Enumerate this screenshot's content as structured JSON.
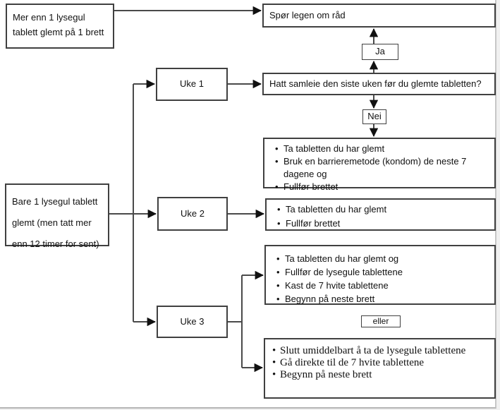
{
  "flowchart": {
    "language": "no",
    "nodes": {
      "condition_many": {
        "text": "Mer enn 1 lysegul tablett glemt på 1 brett"
      },
      "ask_doctor": {
        "text": "Spør legen om råd"
      },
      "ja": {
        "text": "Ja"
      },
      "uke1": {
        "text": "Uke 1"
      },
      "question": {
        "text": "Hatt samleie den siste uken før du glemte tabletten?"
      },
      "nei": {
        "text": "Nei"
      },
      "week1_result": {
        "bullet": "•",
        "items": [
          "Ta tabletten du har glemt",
          "Bruk en barrieremetode (kondom) de neste 7 dagene og",
          "Fullfør brettet"
        ]
      },
      "condition_one": {
        "text": "Bare 1 lysegul tablett glemt (men tatt mer enn 12 timer for sent)"
      },
      "uke2": {
        "text": "Uke 2"
      },
      "week2_result": {
        "bullet": "•",
        "items": [
          "Ta tabletten du har glemt",
          "Fullfør brettet"
        ]
      },
      "uke3": {
        "text": "Uke 3"
      },
      "week3_option1": {
        "bullet": "•",
        "items": [
          "Ta tabletten du har glemt og",
          "Fullfør de lysegule tablettene",
          "Kast de 7 hvite tablettene",
          "Begynn på neste brett"
        ]
      },
      "eller": {
        "text": "eller"
      },
      "week3_option2": {
        "bullet": "•",
        "items": [
          "Slutt umiddelbart å ta de lysegule tablettene",
          "Gå direkte til de 7 hvite tablettene",
          "Begynn på neste brett"
        ]
      }
    },
    "colors": {
      "box_border": "#404040",
      "line": "#4a4a4a",
      "arrowhead": "#111111",
      "background": "#ffffff",
      "page_margin": "#f0f0f0"
    }
  }
}
